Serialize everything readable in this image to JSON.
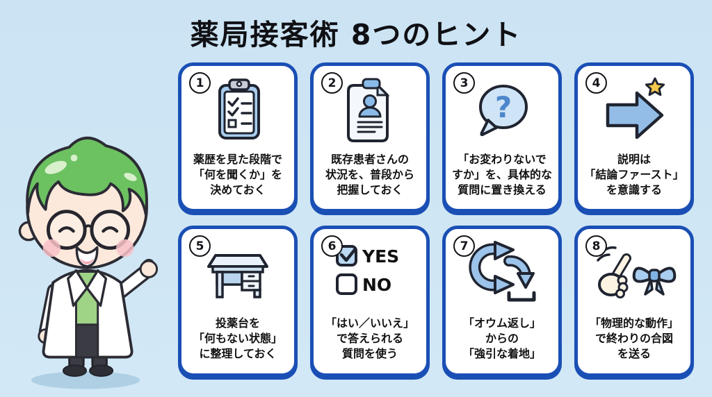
{
  "title": "薬局接客術 8つのヒント",
  "colors": {
    "background": "#cde4f3",
    "card_border": "#1a4fb5",
    "icon_light_blue": "#a9cdee",
    "icon_mid_blue": "#7fb3e3",
    "star_yellow": "#f6c94a",
    "outline_dark": "#1f2430",
    "mascot_hair_green": "#6cc161",
    "mascot_shirt_green": "#9fd386"
  },
  "cards": [
    {
      "number": "1",
      "icon": "clipboard-checklist-icon",
      "text": "薬歴を見た段階で\n「何を聞くか」を\n決めておく"
    },
    {
      "number": "2",
      "icon": "patient-document-icon",
      "text": "既存患者さんの\n状況を、普段から\n把握しておく"
    },
    {
      "number": "3",
      "icon": "question-bubble-icon",
      "question_mark": "?",
      "text": "「お変わりないで\nすか」を、具体的な\n質問に置き換える"
    },
    {
      "number": "4",
      "icon": "arrow-star-icon",
      "text": "説明は\n「結論ファースト」\nを意識する"
    },
    {
      "number": "5",
      "icon": "desk-icon",
      "text": "投薬台を\n「何もない状態」\nに整理しておく"
    },
    {
      "number": "6",
      "icon": "yes-no-checkbox-icon",
      "labels": {
        "yes": "YES",
        "no": "NO"
      },
      "text": "「はい／いいえ」\nで答えられる\n質問を使う"
    },
    {
      "number": "7",
      "icon": "loop-arrows-icon",
      "text": "「オウム返し」\nからの\n「強引な着地」"
    },
    {
      "number": "8",
      "icon": "snap-hand-ribbon-icon",
      "text": "「物理的な動作」\nで終わりの合図\nを送る"
    }
  ]
}
